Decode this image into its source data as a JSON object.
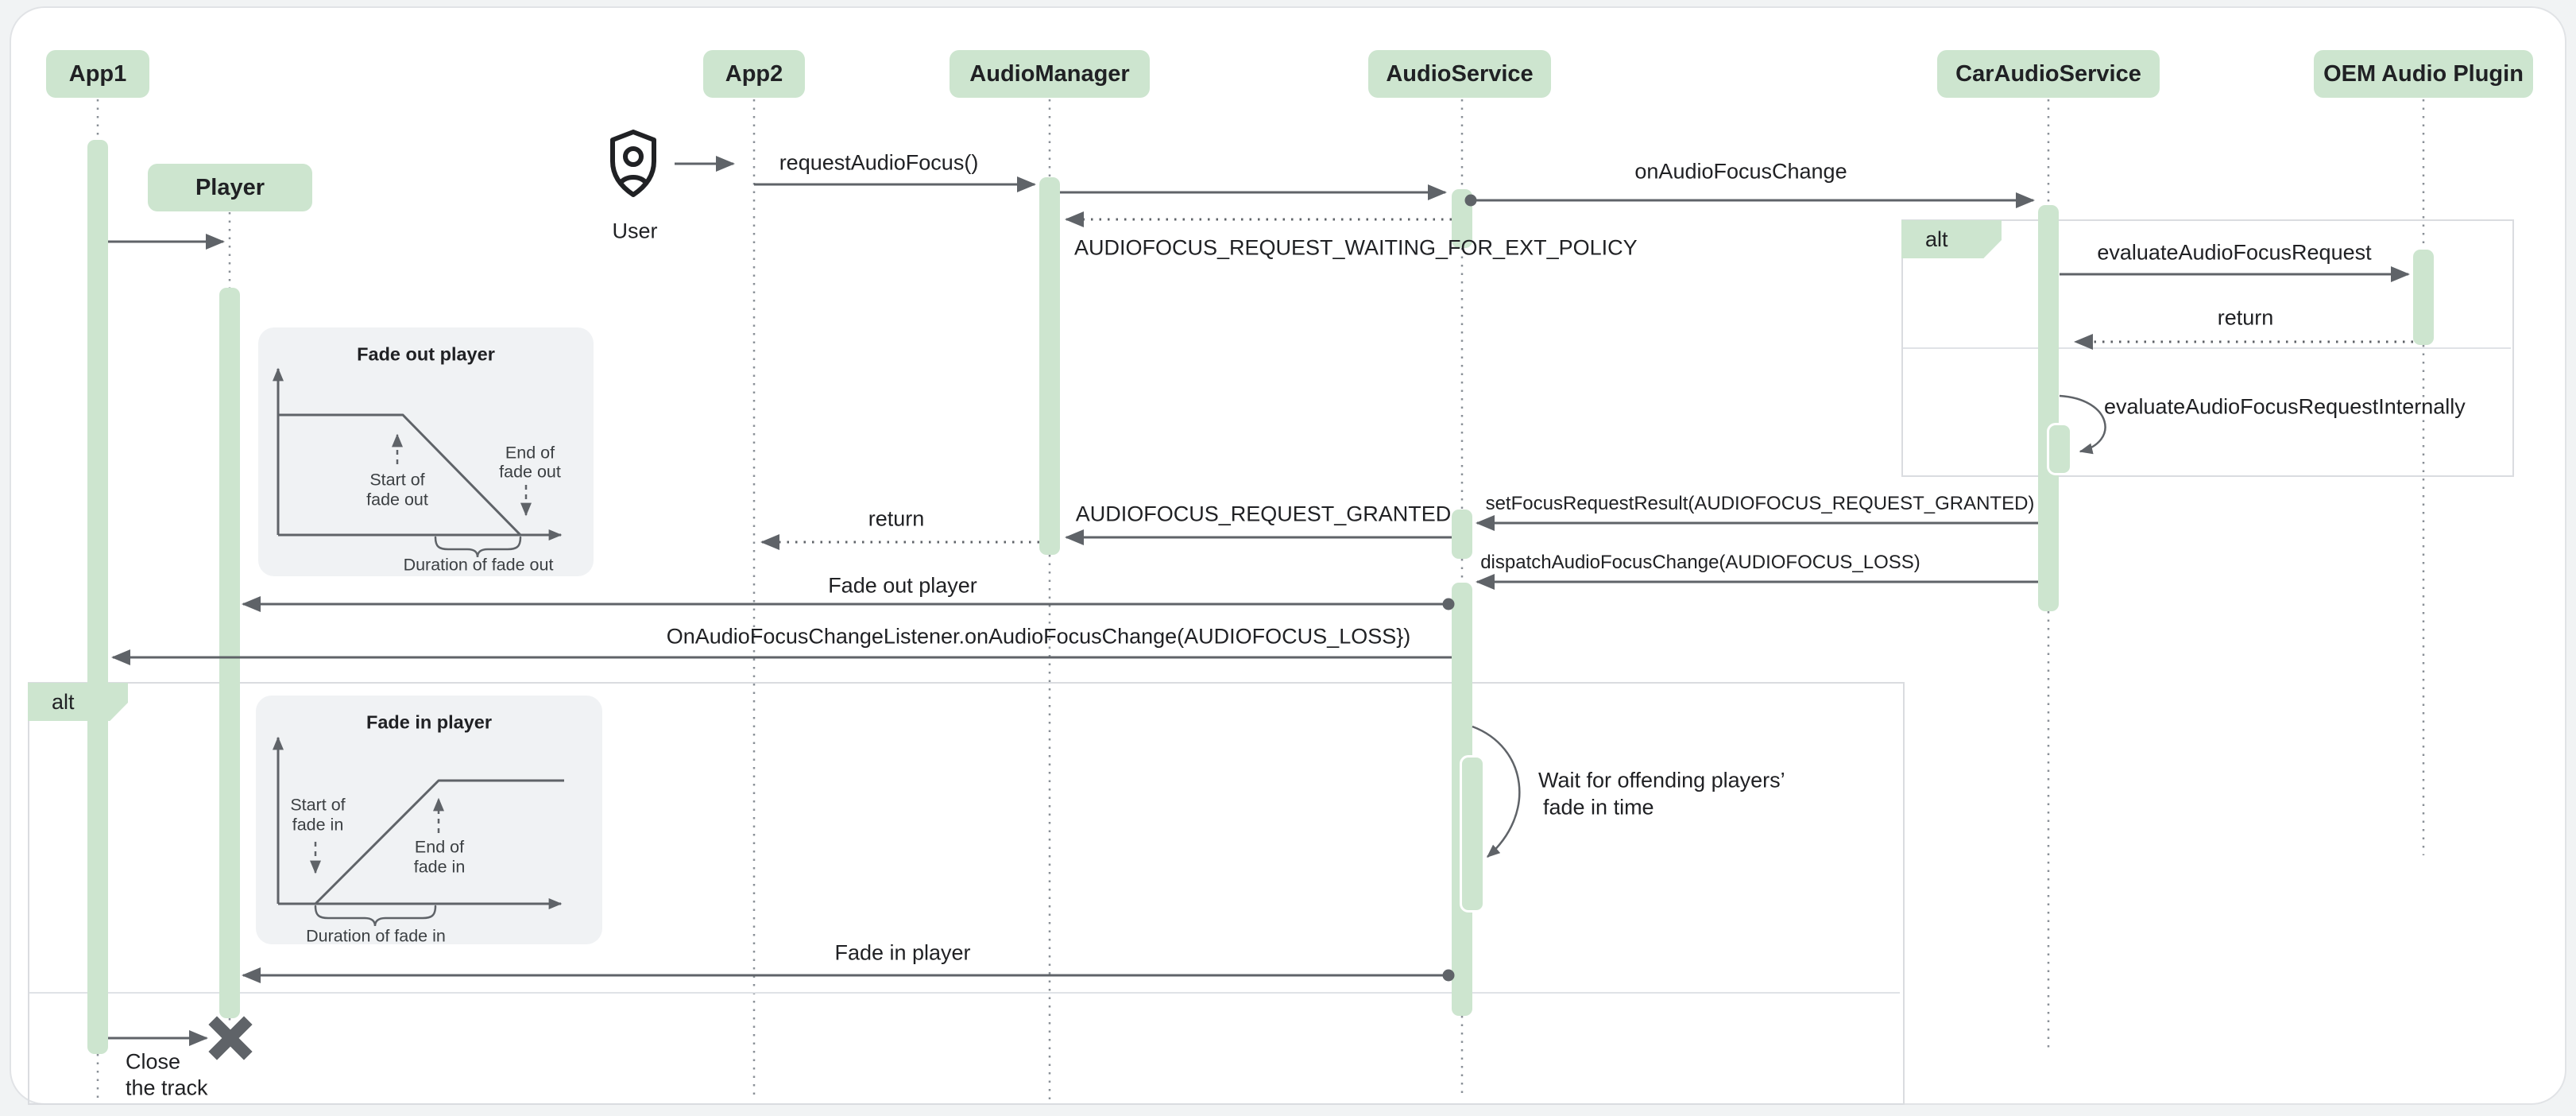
{
  "diagram_type": "sequence-diagram",
  "colors": {
    "accent_green": "#CDE5CF",
    "line_gray": "#5F6368",
    "text_dark": "#202124",
    "frame_border": "#DADCE0",
    "page_background": "#F1F3F4",
    "canvas_background": "#FFFFFF"
  },
  "participants": {
    "app1": "App1",
    "player": "Player",
    "app2": "App2",
    "audio_manager": "AudioManager",
    "audio_service": "AudioService",
    "car_audio_service": "CarAudioService",
    "oem_audio_plugin": "OEM Audio Plugin"
  },
  "actor": {
    "user": "User"
  },
  "fragments": {
    "alt_top": "alt",
    "alt_bottom": "alt"
  },
  "messages": {
    "request_audio_focus": "requestAudioFocus()",
    "on_audio_focus_change": "onAudioFocusChange",
    "waiting_for_ext_policy": "AUDIOFOCUS_REQUEST_WAITING_FOR_EXT_POLICY",
    "evaluate_audio_focus_request": "evaluateAudioFocusRequest",
    "return_oem": "return",
    "evaluate_internally": "evaluateAudioFocusRequestInternally",
    "set_focus_request_result": "setFocusRequestResult(AUDIOFOCUS_REQUEST_GRANTED)",
    "request_granted": "AUDIOFOCUS_REQUEST_GRANTED",
    "return_app2": "return",
    "dispatch_change": "dispatchAudioFocusChange(AUDIOFOCUS_LOSS)",
    "fade_out_player": "Fade out player",
    "focus_change_listener": "OnAudioFocusChangeListener.onAudioFocusChange(AUDIOFOCUS_LOSS})",
    "wait_line1": "Wait for offending players’",
    "wait_line2": "fade in time",
    "fade_in_player": "Fade in player",
    "close_line1": "Close",
    "close_line2": "the track"
  },
  "insets": {
    "fade_out": {
      "title": "Fade out player",
      "start_line1": "Start of",
      "start_line2": "fade out",
      "end_line1": "End of",
      "end_line2": "fade out",
      "duration": "Duration of fade out"
    },
    "fade_in": {
      "title": "Fade in player",
      "start_line1": "Start of",
      "start_line2": "fade in",
      "end_line1": "End of",
      "end_line2": "fade in",
      "duration": "Duration of fade in"
    }
  }
}
